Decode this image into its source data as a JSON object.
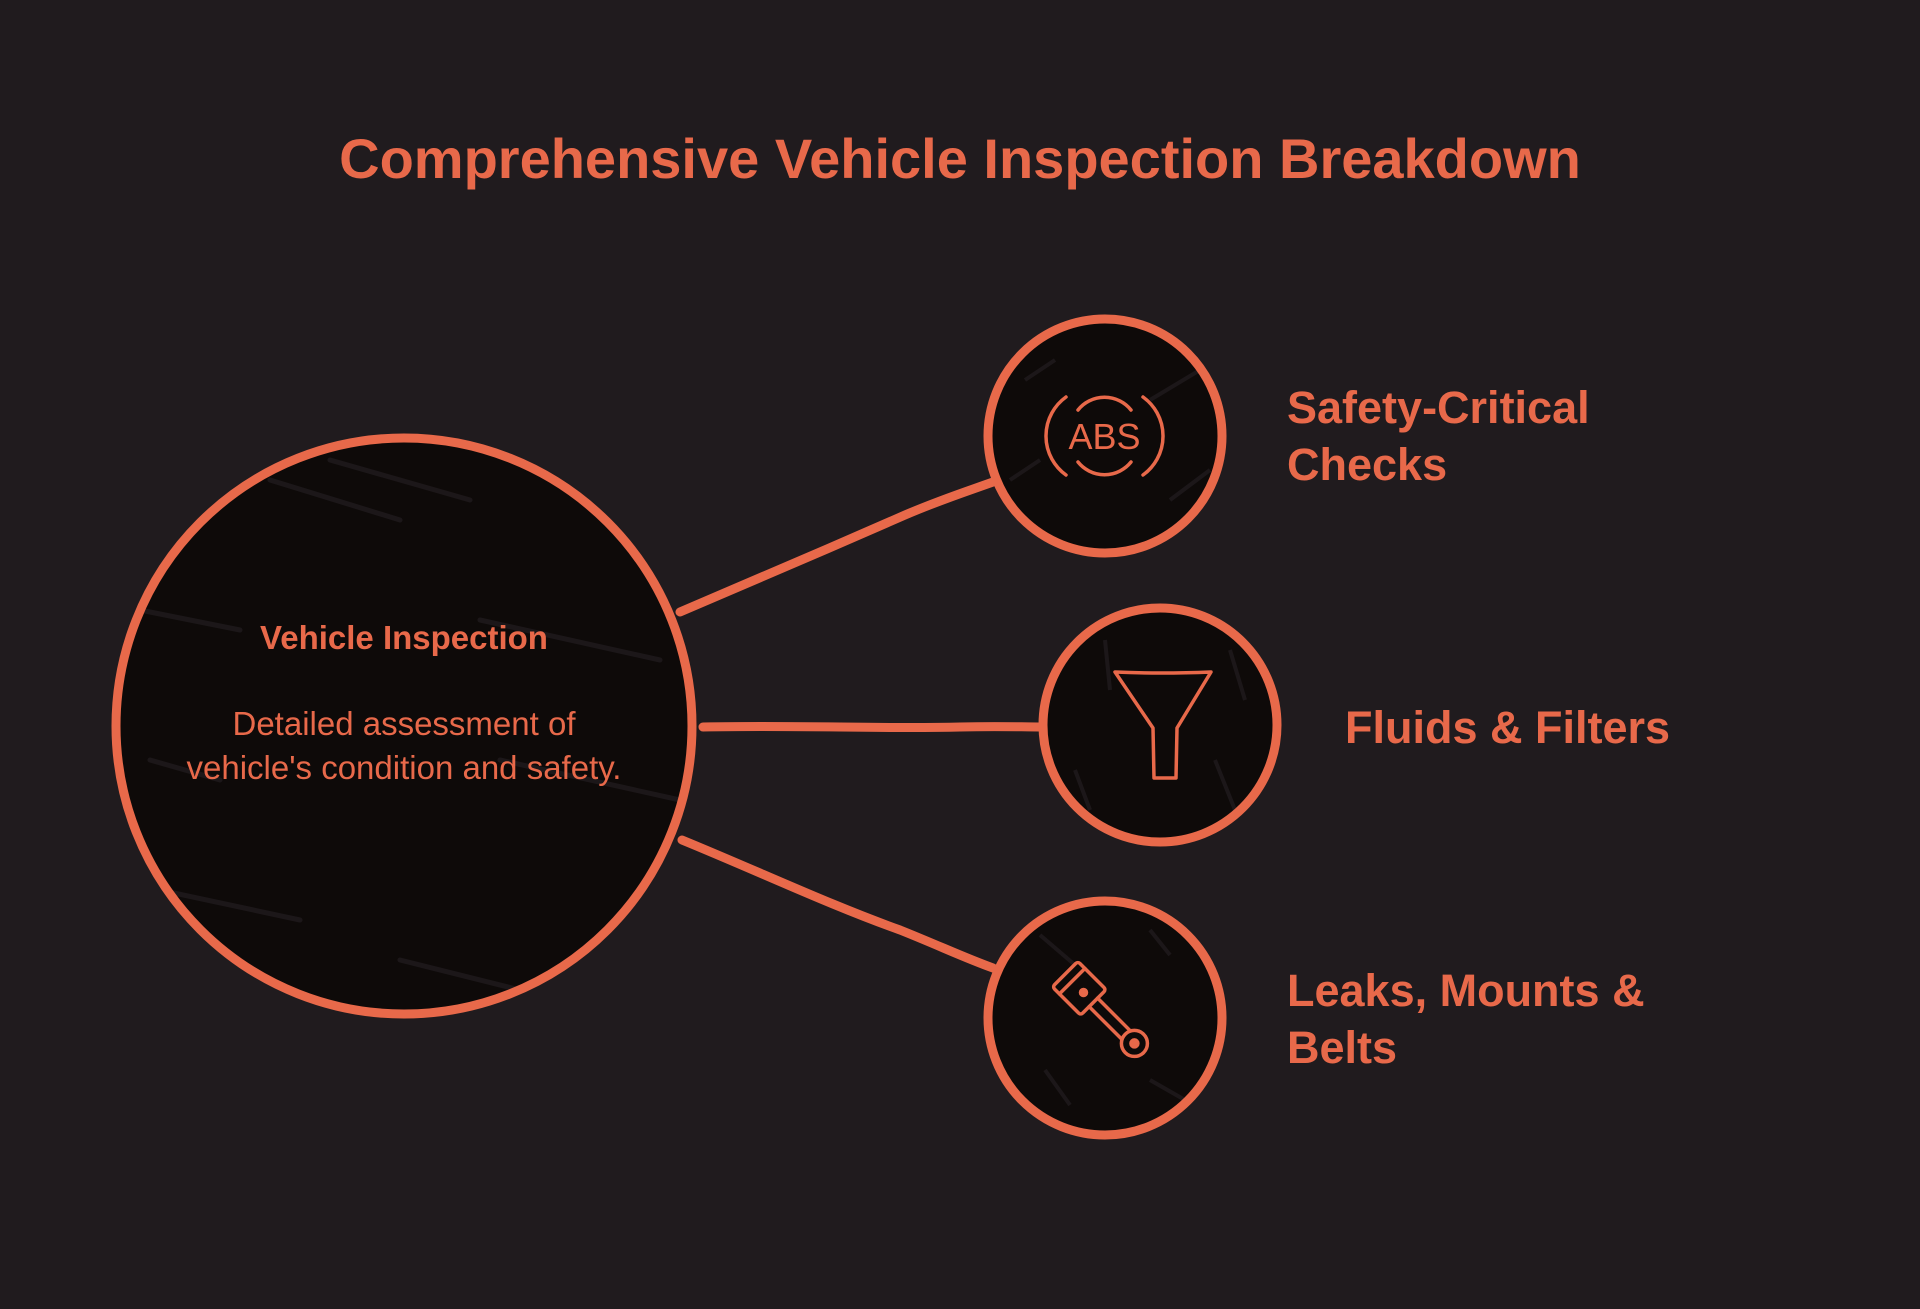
{
  "title": "Comprehensive Vehicle Inspection Breakdown",
  "colors": {
    "background": "#201b1e",
    "circle_fill": "#0e0a09",
    "accent": "#e8694a"
  },
  "center_node": {
    "title": "Vehicle Inspection",
    "description": "Detailed assessment of vehicle's condition and safety."
  },
  "branches": [
    {
      "label": "Safety-Critical Checks",
      "label_lines": [
        "Safety-Critical",
        "Checks"
      ],
      "icon": "abs-warning-icon"
    },
    {
      "label": "Fluids & Filters",
      "label_lines": [
        "Fluids & Filters"
      ],
      "icon": "funnel-icon"
    },
    {
      "label": "Leaks, Mounts & Belts",
      "label_lines": [
        "Leaks, Mounts &",
        "Belts"
      ],
      "icon": "piston-icon"
    }
  ],
  "icon_text": {
    "abs": "ABS"
  }
}
